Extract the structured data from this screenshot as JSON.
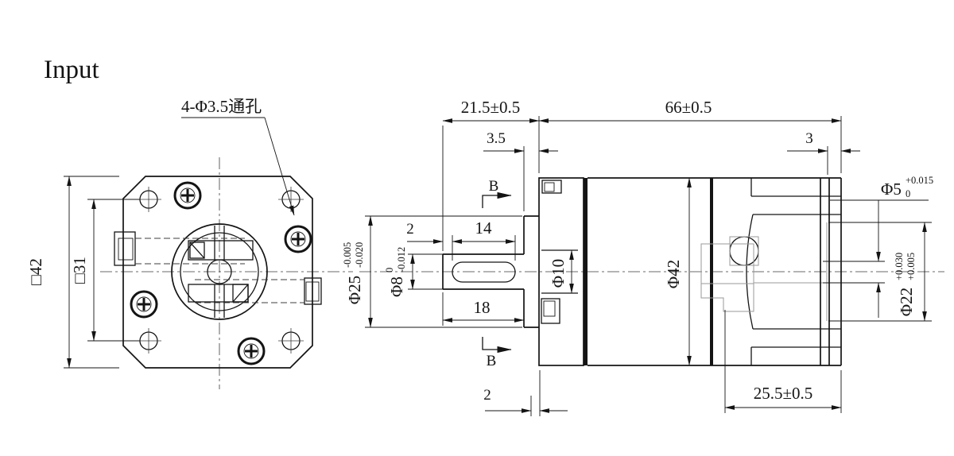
{
  "title": "Input",
  "annotations": {
    "hole_note": "4-Φ3.5通孔"
  },
  "section": {
    "marker": "B"
  },
  "front_view": {
    "square_size": "□42",
    "hole_spacing": "□31"
  },
  "side_view": {
    "dims": {
      "shaft_overall": "21.5±0.5",
      "body_length": "66±0.5",
      "boss_height": "3.5",
      "rear_plate": "3",
      "key_offset": "2",
      "key_length": "14",
      "shaft_length": "18",
      "front_plate": "2",
      "motor_length": "25.5±0.5",
      "front_bore": "Φ10",
      "body_dia": "Φ42"
    },
    "toleranced": {
      "boss_dia": {
        "nominal": "Φ25",
        "upper": "-0.005",
        "lower": "-0.020"
      },
      "shaft_dia": {
        "nominal": "Φ8",
        "upper": "0",
        "lower": "-0.012"
      },
      "rear_shaft_dia": {
        "nominal": "Φ5",
        "upper": "+0.015",
        "lower": "0"
      },
      "rear_boss_dia": {
        "nominal": "Φ22",
        "upper": "+0.030",
        "lower": "+0.005"
      }
    }
  }
}
